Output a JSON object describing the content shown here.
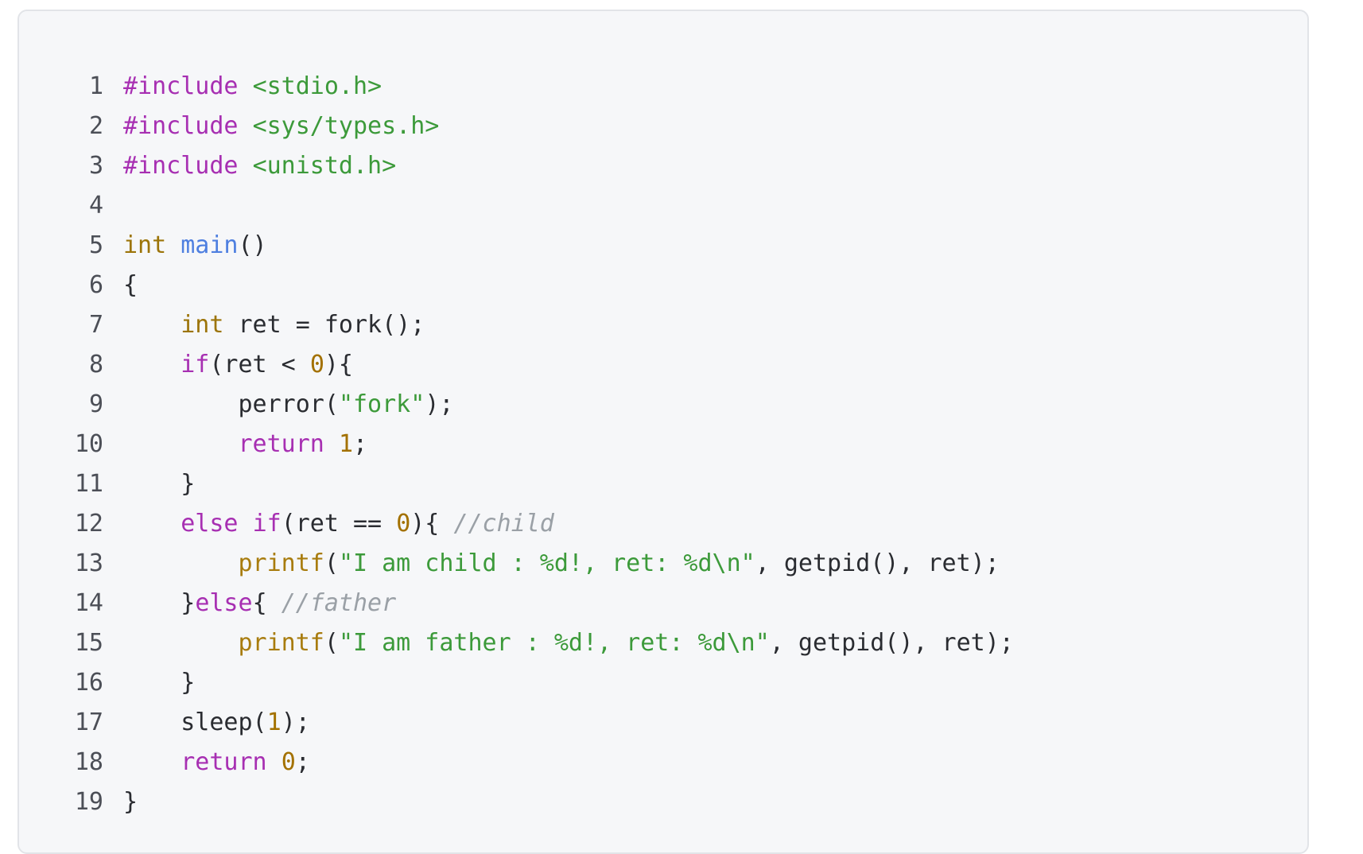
{
  "colors": {
    "keyword": "#a72fb2",
    "type": "#9c7409",
    "function": "#4e7fe0",
    "string": "#3c9a3a",
    "number": "#a37100",
    "comment": "#9aa0a6",
    "builtin_call": "#a87c0e",
    "text": "#2a2c31",
    "line_number": "#4c4f57",
    "background": "#f6f7f9"
  },
  "code": {
    "lines": [
      {
        "number": "1",
        "tokens": [
          {
            "t": "kw",
            "v": "#include"
          },
          {
            "t": "txt",
            "v": " "
          },
          {
            "t": "str",
            "v": "<stdio.h>"
          }
        ]
      },
      {
        "number": "2",
        "tokens": [
          {
            "t": "kw",
            "v": "#include"
          },
          {
            "t": "txt",
            "v": " "
          },
          {
            "t": "str",
            "v": "<sys/types.h>"
          }
        ]
      },
      {
        "number": "3",
        "tokens": [
          {
            "t": "kw",
            "v": "#include"
          },
          {
            "t": "txt",
            "v": " "
          },
          {
            "t": "str",
            "v": "<unistd.h>"
          }
        ]
      },
      {
        "number": "4",
        "tokens": []
      },
      {
        "number": "5",
        "tokens": [
          {
            "t": "type",
            "v": "int"
          },
          {
            "t": "txt",
            "v": " "
          },
          {
            "t": "fn",
            "v": "main"
          },
          {
            "t": "txt",
            "v": "()"
          }
        ]
      },
      {
        "number": "6",
        "tokens": [
          {
            "t": "txt",
            "v": "{"
          }
        ]
      },
      {
        "number": "7",
        "tokens": [
          {
            "t": "txt",
            "v": "    "
          },
          {
            "t": "type",
            "v": "int"
          },
          {
            "t": "txt",
            "v": " ret = fork();"
          }
        ]
      },
      {
        "number": "8",
        "tokens": [
          {
            "t": "txt",
            "v": "    "
          },
          {
            "t": "kw",
            "v": "if"
          },
          {
            "t": "txt",
            "v": "(ret < "
          },
          {
            "t": "num",
            "v": "0"
          },
          {
            "t": "txt",
            "v": "){"
          }
        ]
      },
      {
        "number": "9",
        "tokens": [
          {
            "t": "txt",
            "v": "        perror("
          },
          {
            "t": "str",
            "v": "\"fork\""
          },
          {
            "t": "txt",
            "v": ");"
          }
        ]
      },
      {
        "number": "10",
        "tokens": [
          {
            "t": "txt",
            "v": "        "
          },
          {
            "t": "kw",
            "v": "return"
          },
          {
            "t": "txt",
            "v": " "
          },
          {
            "t": "num",
            "v": "1"
          },
          {
            "t": "txt",
            "v": ";"
          }
        ]
      },
      {
        "number": "11",
        "tokens": [
          {
            "t": "txt",
            "v": "    }"
          }
        ]
      },
      {
        "number": "12",
        "tokens": [
          {
            "t": "txt",
            "v": "    "
          },
          {
            "t": "kw",
            "v": "else"
          },
          {
            "t": "txt",
            "v": " "
          },
          {
            "t": "kw",
            "v": "if"
          },
          {
            "t": "txt",
            "v": "(ret == "
          },
          {
            "t": "num",
            "v": "0"
          },
          {
            "t": "txt",
            "v": "){ "
          },
          {
            "t": "com",
            "v": "//child"
          }
        ]
      },
      {
        "number": "13",
        "tokens": [
          {
            "t": "txt",
            "v": "        "
          },
          {
            "t": "call",
            "v": "printf"
          },
          {
            "t": "txt",
            "v": "("
          },
          {
            "t": "str",
            "v": "\"I am child : %d!, ret: %d\\n\""
          },
          {
            "t": "txt",
            "v": ", getpid(), ret);"
          }
        ]
      },
      {
        "number": "14",
        "tokens": [
          {
            "t": "txt",
            "v": "    }"
          },
          {
            "t": "kw",
            "v": "else"
          },
          {
            "t": "txt",
            "v": "{ "
          },
          {
            "t": "com",
            "v": "//father"
          }
        ]
      },
      {
        "number": "15",
        "tokens": [
          {
            "t": "txt",
            "v": "        "
          },
          {
            "t": "call",
            "v": "printf"
          },
          {
            "t": "txt",
            "v": "("
          },
          {
            "t": "str",
            "v": "\"I am father : %d!, ret: %d\\n\""
          },
          {
            "t": "txt",
            "v": ", getpid(), ret);"
          }
        ]
      },
      {
        "number": "16",
        "tokens": [
          {
            "t": "txt",
            "v": "    }"
          }
        ]
      },
      {
        "number": "17",
        "tokens": [
          {
            "t": "txt",
            "v": "    sleep("
          },
          {
            "t": "num",
            "v": "1"
          },
          {
            "t": "txt",
            "v": ");"
          }
        ]
      },
      {
        "number": "18",
        "tokens": [
          {
            "t": "txt",
            "v": "    "
          },
          {
            "t": "kw",
            "v": "return"
          },
          {
            "t": "txt",
            "v": " "
          },
          {
            "t": "num",
            "v": "0"
          },
          {
            "t": "txt",
            "v": ";"
          }
        ]
      },
      {
        "number": "19",
        "tokens": [
          {
            "t": "txt",
            "v": "}"
          }
        ]
      }
    ]
  }
}
